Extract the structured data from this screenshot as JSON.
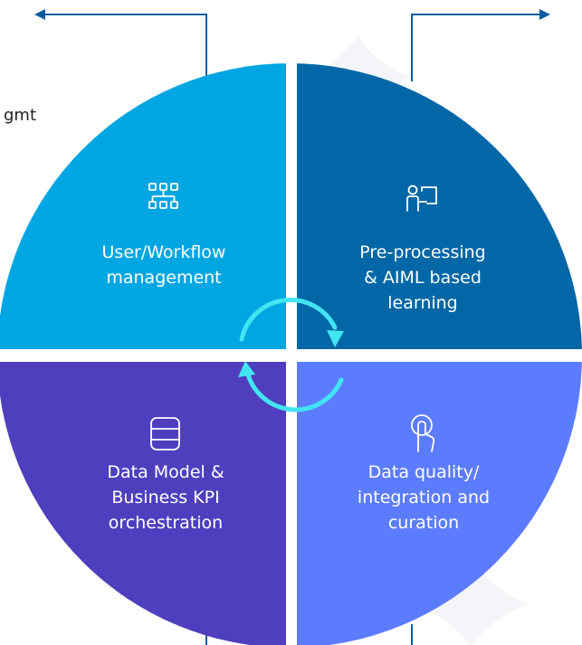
{
  "side_text": "gmt",
  "quadrants": [
    {
      "id": "top-left",
      "lines": [
        "User/Workflow",
        "management"
      ],
      "color": "#00a6e2",
      "icon": "workflow-icon"
    },
    {
      "id": "top-right",
      "lines": [
        "Pre-processing",
        "& AIML based",
        "learning"
      ],
      "color": "#0167a6",
      "icon": "presenter-icon"
    },
    {
      "id": "bottom-left",
      "lines": [
        "Data Model &",
        "Business KPI",
        "orchestration"
      ],
      "color": "#4f3fbf",
      "icon": "database-icon"
    },
    {
      "id": "bottom-right",
      "lines": [
        "Data quality/",
        "integration and",
        "curation"
      ],
      "color": "#5c7cff",
      "icon": "touch-icon"
    }
  ],
  "connector_color": "#0a5c9e",
  "cycle_arrow_color": "#42e5f2"
}
